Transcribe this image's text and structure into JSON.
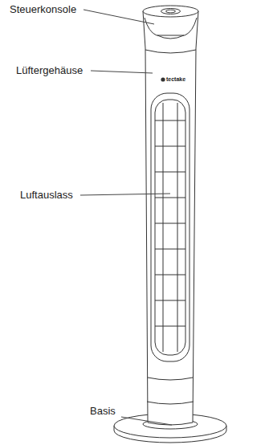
{
  "diagram": {
    "labels": [
      "Steuerkonsole",
      "Lüftergehäuse",
      "Luftauslass",
      "Basis",
      "tectake"
    ]
  }
}
